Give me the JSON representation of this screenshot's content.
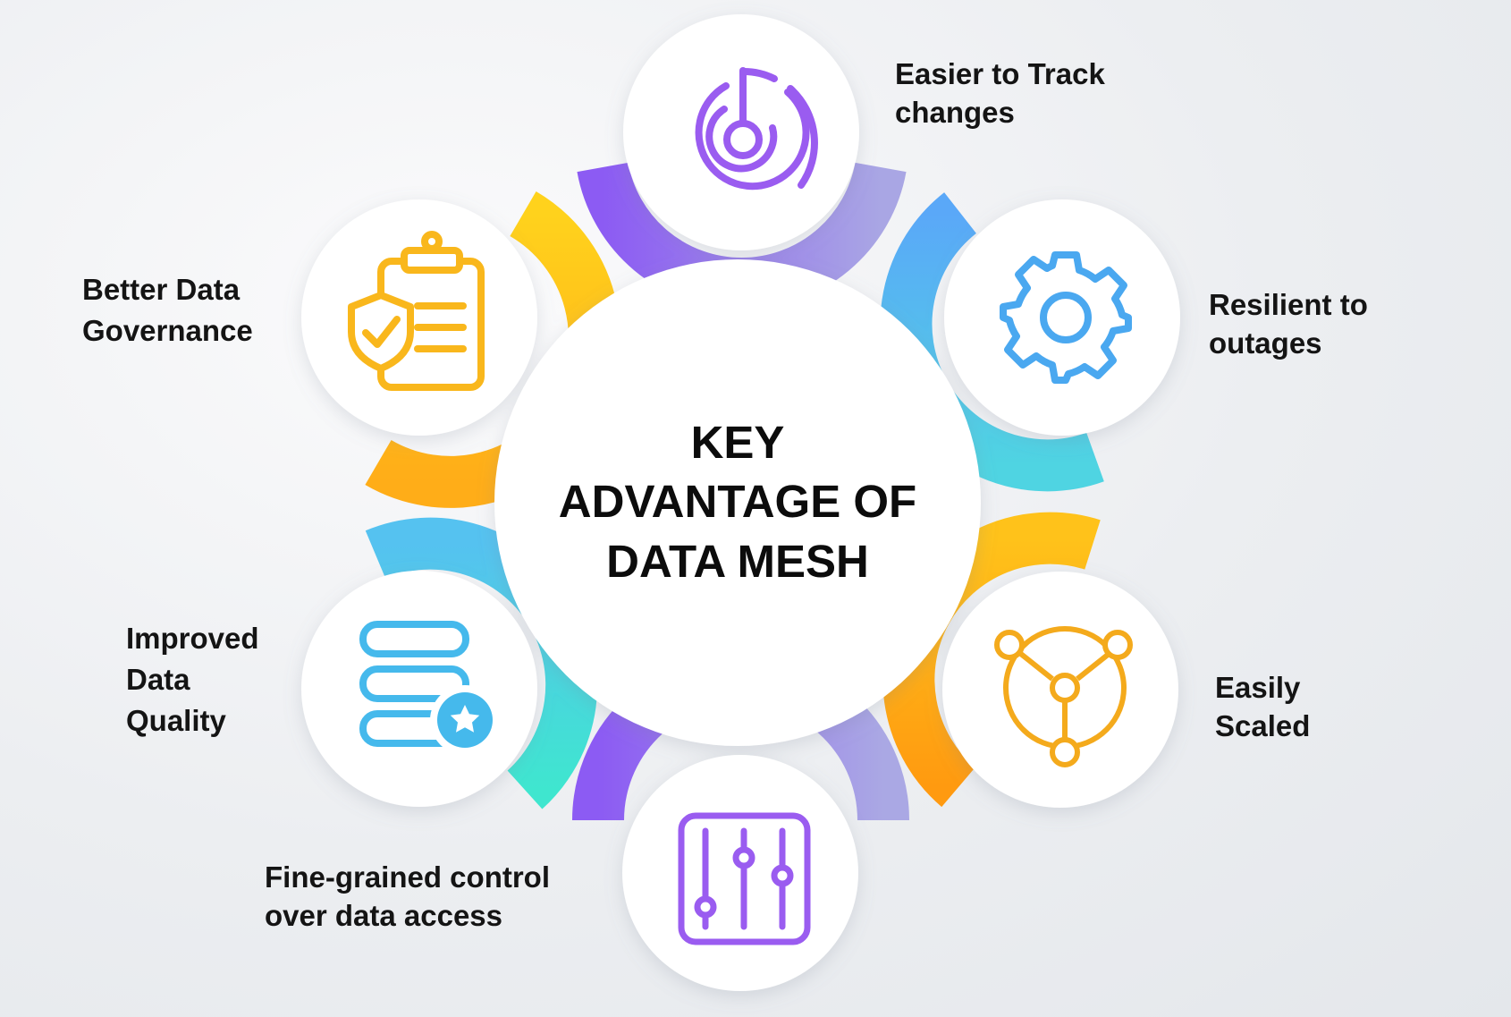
{
  "center": {
    "title_lines": [
      "KEY",
      "ADVANTAGE OF",
      "DATA MESH"
    ]
  },
  "colors": {
    "purple": "#8f5cf2",
    "purple_light": "#a8a6e6",
    "blue": "#5aa9f6",
    "cyan": "#4fd1e0",
    "orange": "#ff9d13",
    "yellow": "#ffc31a",
    "teal": "#3fe3cf",
    "icon_purple": "#9a5cf0",
    "icon_blue": "#4aa8f0",
    "icon_orange": "#f4aa1c",
    "icon_yellow": "#f9b71c",
    "icon_cyan": "#45b9ec"
  },
  "advantages": [
    {
      "id": "track",
      "lines": [
        "Easier to Track",
        "changes"
      ],
      "icon": "radar-icon"
    },
    {
      "id": "resilient",
      "lines": [
        "Resilient to",
        "outages"
      ],
      "icon": "gear-icon"
    },
    {
      "id": "scaled",
      "lines": [
        "Easily",
        "Scaled"
      ],
      "icon": "network-nodes-icon"
    },
    {
      "id": "control",
      "lines": [
        "Fine-grained control",
        "over data access"
      ],
      "icon": "sliders-icon"
    },
    {
      "id": "quality",
      "lines": [
        "Improved",
        "Data",
        "Quality"
      ],
      "icon": "database-star-icon"
    },
    {
      "id": "governance",
      "lines": [
        "Better Data",
        "Governance"
      ],
      "icon": "clipboard-shield-icon"
    }
  ]
}
